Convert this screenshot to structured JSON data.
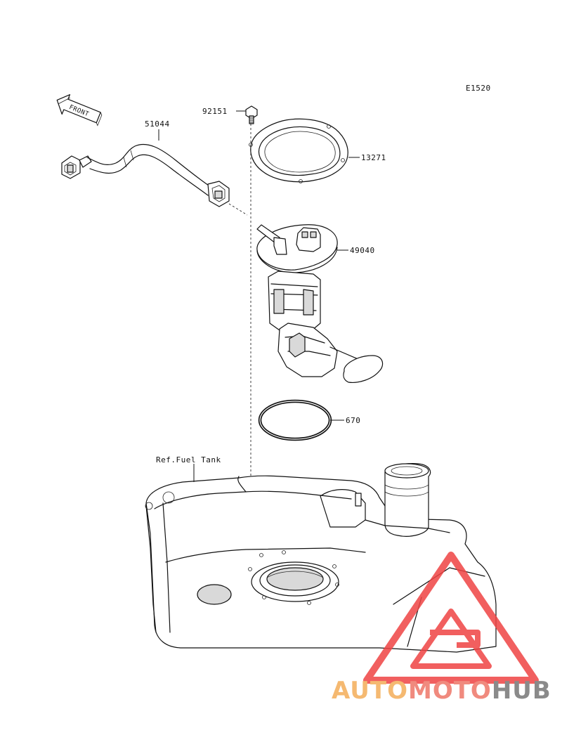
{
  "diagram_code": "E1520",
  "front_label": "FRONT",
  "parts": [
    {
      "number": "92151"
    },
    {
      "number": "51044"
    },
    {
      "number": "13271"
    },
    {
      "number": "49040"
    },
    {
      "number": "670"
    }
  ],
  "reference_label": "Ref.Fuel Tank",
  "watermark": {
    "part1": "AUTO",
    "part2": "MOTO",
    "part3": "HUB",
    "color_light": "#f5b971",
    "color_mid": "#f08a7e",
    "color_dark": "#8a8a8a",
    "logo_color": "#ef4444"
  }
}
